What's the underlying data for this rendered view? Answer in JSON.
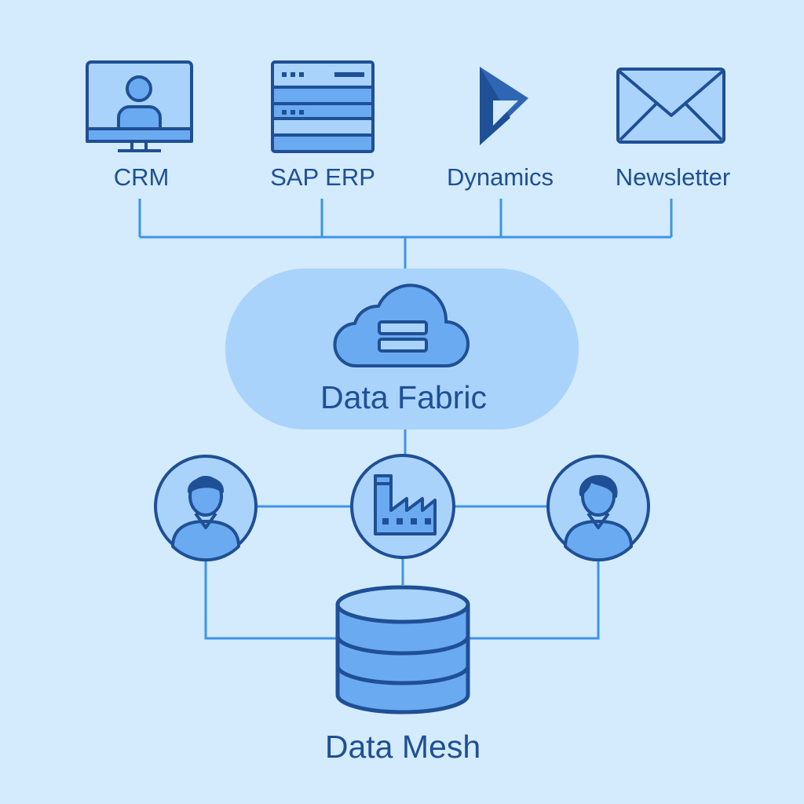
{
  "sources": [
    {
      "label": "CRM",
      "icon": "monitor-user-icon"
    },
    {
      "label": "SAP ERP",
      "icon": "server-rack-icon"
    },
    {
      "label": "Dynamics",
      "icon": "dynamics-logo-icon"
    },
    {
      "label": "Newsletter",
      "icon": "envelope-icon"
    }
  ],
  "fabric": {
    "label": "Data Fabric",
    "icon": "cloud-database-icon"
  },
  "domains": [
    {
      "icon": "person-icon"
    },
    {
      "icon": "factory-icon"
    },
    {
      "icon": "person-icon"
    }
  ],
  "mesh": {
    "label": "Data Mesh",
    "icon": "database-icon"
  },
  "colors": {
    "background": "#d3ebfc",
    "stroke": "#1f4f95",
    "fill_light": "#a9d3fb",
    "fill_mid": "#6aaaf0",
    "connector": "#3d94e6",
    "text": "#1f4f95"
  }
}
